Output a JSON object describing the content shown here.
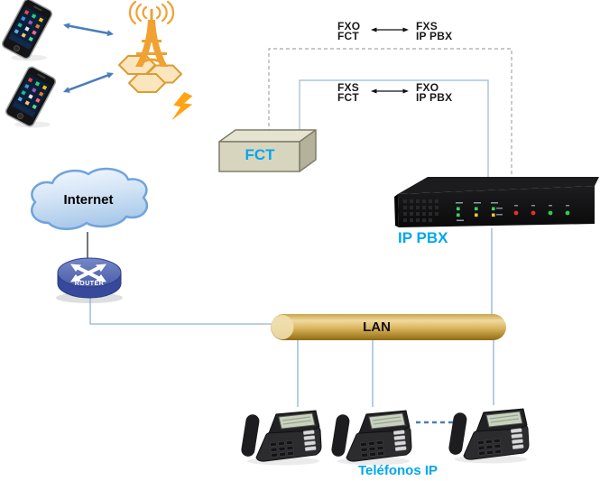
{
  "diagram": {
    "type": "network-telephony-diagram",
    "nodes": {
      "mobile_phones": {
        "icon": "smartphone-icon",
        "count": 2
      },
      "cell_tower": {
        "icon": "cell-tower-icon"
      },
      "wireless_link": {
        "icon": "lightning-bolt-icon"
      },
      "fct": {
        "label": "FCT"
      },
      "ip_pbx": {
        "label": "IP PBX"
      },
      "internet": {
        "label": "Internet"
      },
      "router": {
        "label": "ROUTER"
      },
      "lan": {
        "label": "LAN"
      },
      "ip_phones": {
        "label": "Teléfonos IP",
        "count": 3
      }
    },
    "connections": {
      "top": {
        "left_top": "FXO",
        "left_bottom": "FCT",
        "right_top": "FXS",
        "right_bottom": "IP PBX",
        "style": "dashed"
      },
      "bottom": {
        "left_top": "FXS",
        "left_bottom": "FCT",
        "right_top": "FXO",
        "right_bottom": "IP PBX",
        "style": "solid"
      }
    },
    "colors": {
      "accent_cyan": "#00A8EC",
      "text_black": "#1a1a1a",
      "arrow_blue": "#4A7EBB",
      "trunk_solid_blue": "#9DB8D2",
      "trunk_dashed_gray": "#A6A6A6",
      "connector_blue": "#8FB4D9",
      "tower_orange": "#F0A132",
      "lan_gold": "#D2A242",
      "router_blue": "#4B5EA8"
    }
  }
}
